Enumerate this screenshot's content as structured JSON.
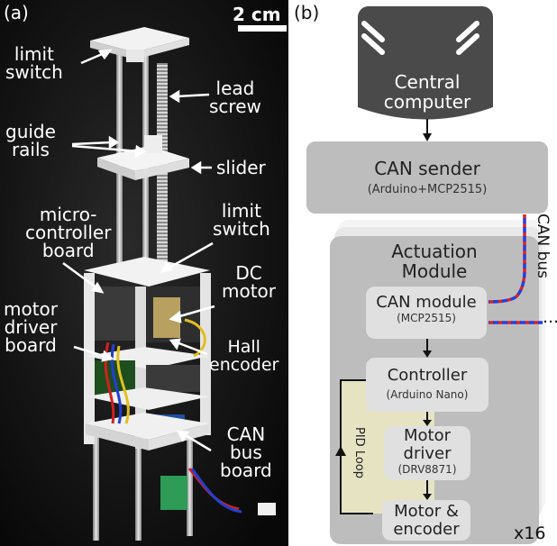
{
  "panel_a": {
    "tag": "(a)",
    "scale_bar": "2 cm",
    "labels": {
      "limit_switch_top": "limit\nswitch",
      "lead_screw": "lead\nscrew",
      "guide_rails": "guide\nrails",
      "slider": "slider",
      "micro_controller": "micro-\ncontroller\nboard",
      "limit_switch_mid": "limit\nswitch",
      "dc_motor": "DC\nmotor",
      "motor_driver": "motor\ndriver\nboard",
      "hall_encoder": "Hall\nencoder",
      "can_bus_board": "CAN\nbus\nboard"
    }
  },
  "panel_b": {
    "tag": "(b)",
    "central": "Central\ncomputer",
    "can_sender": {
      "title": "CAN sender",
      "sub": "(Arduino+MCP2515)"
    },
    "can_bus": "CAN bus",
    "ellipsis": "…",
    "module": {
      "title": "Actuation\nModule",
      "can_module": {
        "title": "CAN module",
        "sub": "(MCP2515)"
      },
      "controller": {
        "title": "Controller",
        "sub": "(Arduino Nano)"
      },
      "motor_driver": {
        "title": "Motor\ndriver",
        "sub": "(DRV8871)"
      },
      "motor_encoder": {
        "title": "Motor &\nencoder"
      },
      "pid": "PID Loop"
    },
    "multiplier": "x16"
  },
  "colors": {
    "bus_red": "#e02020",
    "bus_blue": "#2040e0",
    "central_fill": "#4a4a4a",
    "box_fill": "#bdbdbd",
    "pid_fill": "#e6e3c3"
  }
}
